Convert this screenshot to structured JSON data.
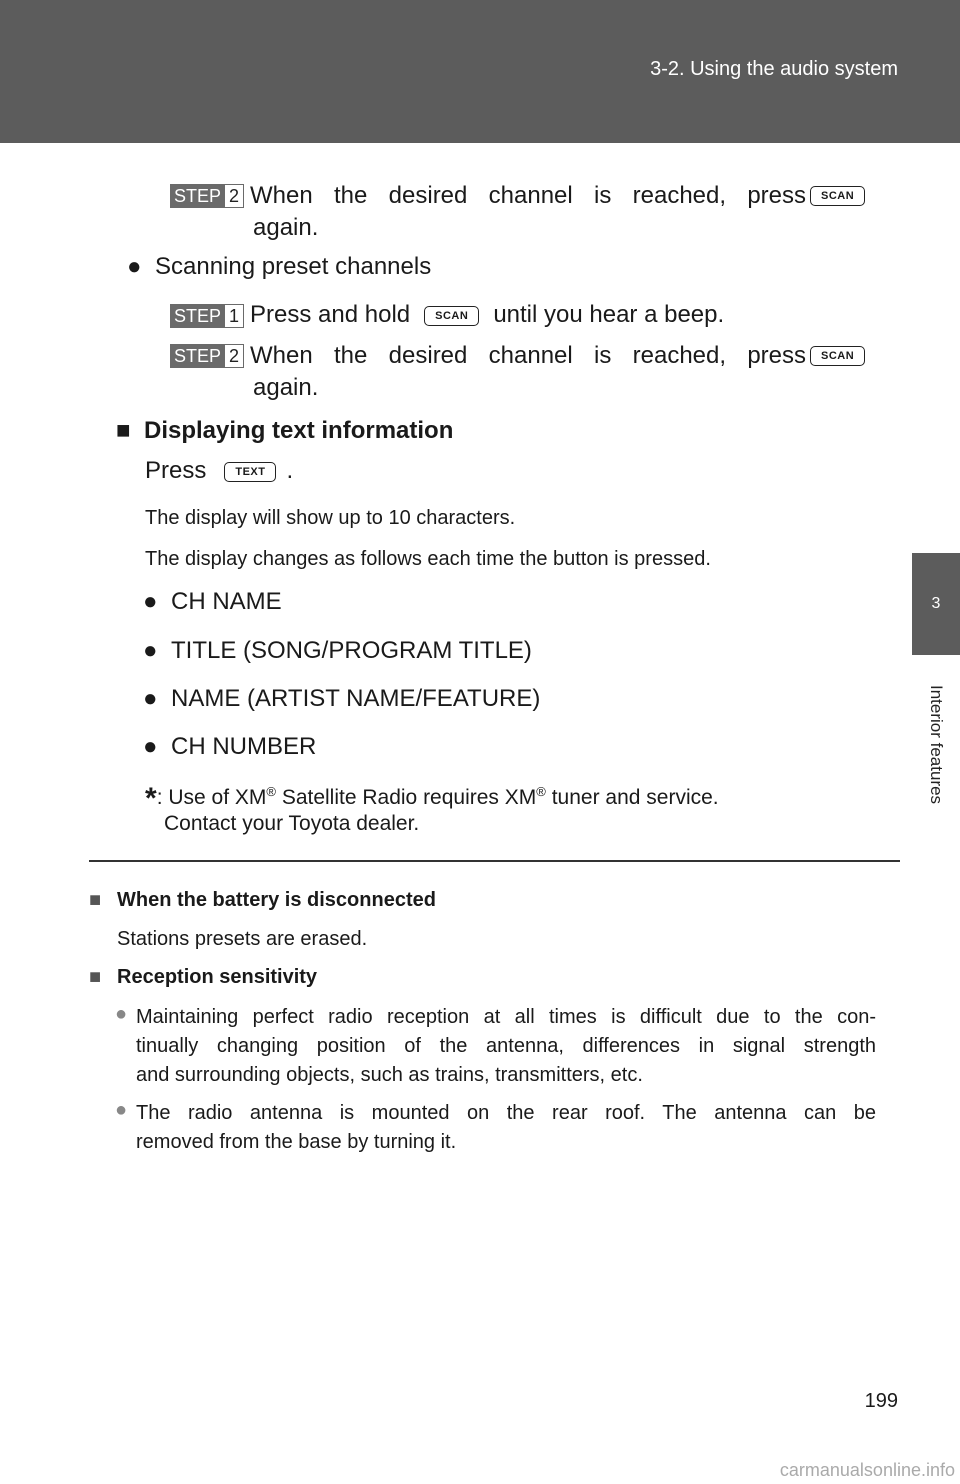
{
  "header": {
    "title": "3-2. Using the audio system"
  },
  "side_tab": {
    "number": "3",
    "label": "Interior features"
  },
  "steps": {
    "step_label": "STEP",
    "a2": {
      "num": "2",
      "text_before": "When the desired channel is reached, press",
      "key": "SCAN",
      "text_after": "again."
    },
    "b1": {
      "num": "1",
      "text_before": "Press and hold",
      "key": "SCAN",
      "text_after": "until you hear a beep."
    },
    "b2": {
      "num": "2",
      "text_before": "When the desired channel is reached, press",
      "key": "SCAN",
      "text_after": "again."
    }
  },
  "scanning_preset": "Scanning preset channels",
  "displaying": {
    "heading": "Displaying text information",
    "press": "Press",
    "key": "TEXT",
    "period": ".",
    "desc1": "The display will show up to 10 characters.",
    "desc2": "The display changes as follows each time the button is pressed.",
    "items": [
      "CH NAME",
      "TITLE (SONG/PROGRAM TITLE)",
      "NAME (ARTIST NAME/FEATURE)",
      "CH NUMBER"
    ]
  },
  "footnote": {
    "mark": "*",
    "line1_a": ": Use of XM",
    "reg": "®",
    "line1_b": " Satellite Radio requires XM",
    "line1_c": " tuner and service.",
    "line2": "Contact your Toyota dealer."
  },
  "notes": {
    "battery_heading": "When the battery is disconnected",
    "battery_text": "Stations presets are erased.",
    "reception_heading": "Reception sensitivity",
    "reception_items": [
      {
        "line1": "Maintaining perfect radio reception at all times is difficult due to the con-",
        "line2": "tinually changing position of the antenna, differences in signal strength",
        "line3": "and surrounding objects, such as trains, transmitters, etc."
      },
      {
        "line1": "The radio antenna is mounted on the rear roof. The antenna can be",
        "line2": "removed from the base by turning it."
      }
    ]
  },
  "page_number": "199",
  "watermark": "carmanualsonline.info"
}
